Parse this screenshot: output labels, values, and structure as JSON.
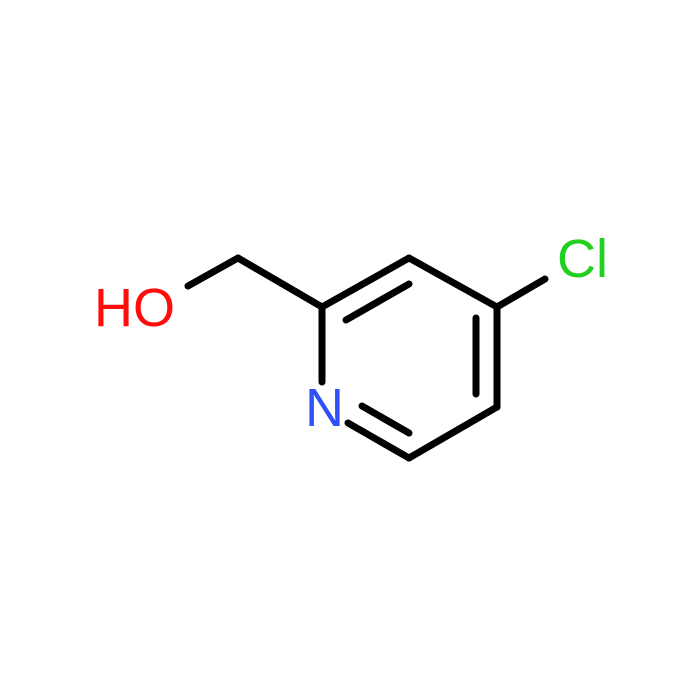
{
  "molecule": {
    "atoms": {
      "oxygen": {
        "label": "HO",
        "color": "#ff0d0d"
      },
      "nitrogen": {
        "label": "N",
        "color": "#3050f8"
      },
      "chlorine": {
        "label": "Cl",
        "color": "#1fd01f"
      }
    },
    "bond_color": "#000000",
    "bonds": [
      {
        "from": "O",
        "to": "CH2",
        "order": 1
      },
      {
        "from": "CH2",
        "to": "C2",
        "order": 1
      },
      {
        "from": "C2",
        "to": "C3",
        "order": 2
      },
      {
        "from": "C3",
        "to": "C4",
        "order": 1
      },
      {
        "from": "C4",
        "to": "C5",
        "order": 2
      },
      {
        "from": "C5",
        "to": "C6",
        "order": 1
      },
      {
        "from": "C6",
        "to": "N1",
        "order": 2
      },
      {
        "from": "N1",
        "to": "C2",
        "order": 1
      },
      {
        "from": "C4",
        "to": "Cl",
        "order": 1
      }
    ]
  }
}
